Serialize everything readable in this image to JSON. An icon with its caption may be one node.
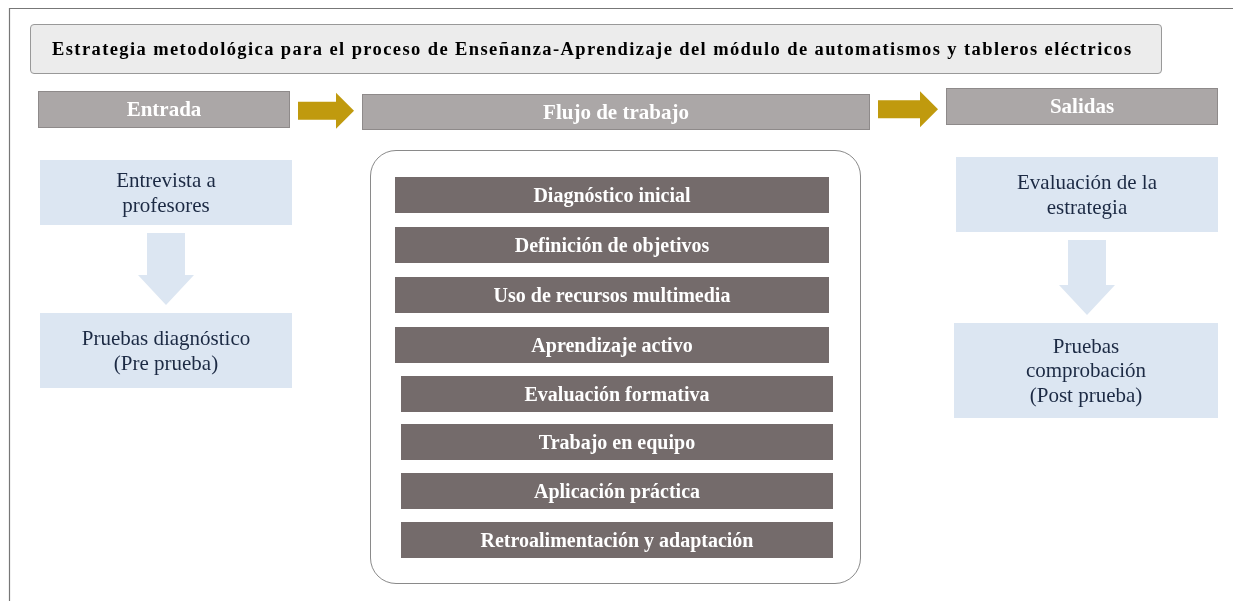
{
  "diagram": {
    "title": "Estrategia metodológica para el proceso de Enseñanza-Aprendizaje del módulo de automatismos y tableros eléctricos",
    "nodes": [
      {
        "text": [
          "Entrada"
        ]
      },
      {
        "text": [
          "Flujo de trabajo"
        ]
      },
      {
        "text": [
          "Salidas"
        ]
      },
      {
        "text": [
          "Entrevista a profesores"
        ]
      },
      {
        "text": [
          "Pruebas diagnóstico (Pre prueba)"
        ]
      },
      {
        "text": [],
        "shape": "box"
      },
      {
        "text": [
          "Diagnóstico inicial"
        ],
        "in": 5
      },
      {
        "text": [
          "Definición de objetivos"
        ],
        "in": 5
      },
      {
        "text": [
          "Uso de recursos multimedia"
        ],
        "in": 5
      },
      {
        "text": [
          "Aprendizaje activo"
        ],
        "in": 5
      },
      {
        "text": [
          "Evaluación formativa"
        ],
        "in": 5
      },
      {
        "text": [
          "Trabajo en equipo"
        ],
        "in": 5
      },
      {
        "text": [
          "Aplicación práctica"
        ],
        "in": 5
      },
      {
        "text": [
          "Retroalimentación y adaptación"
        ],
        "in": 5
      },
      {
        "text": [
          "Evaluación de la estrategia"
        ]
      },
      {
        "text": [
          "Pruebas comprobación (Post prueba)"
        ]
      }
    ],
    "edges": [
      {
        "from": 0,
        "to": 1,
        "arrow": "to",
        "style": "thick",
        "color": "#c09a0e"
      },
      {
        "from": 1,
        "to": 2,
        "arrow": "to",
        "style": "thick",
        "color": "#c09a0e"
      },
      {
        "from": 3,
        "to": 4,
        "arrow": "to",
        "style": "thick",
        "color": "#dce6f2"
      },
      {
        "from": 14,
        "to": 15,
        "arrow": "to",
        "style": "thick",
        "color": "#dce6f2"
      }
    ]
  }
}
